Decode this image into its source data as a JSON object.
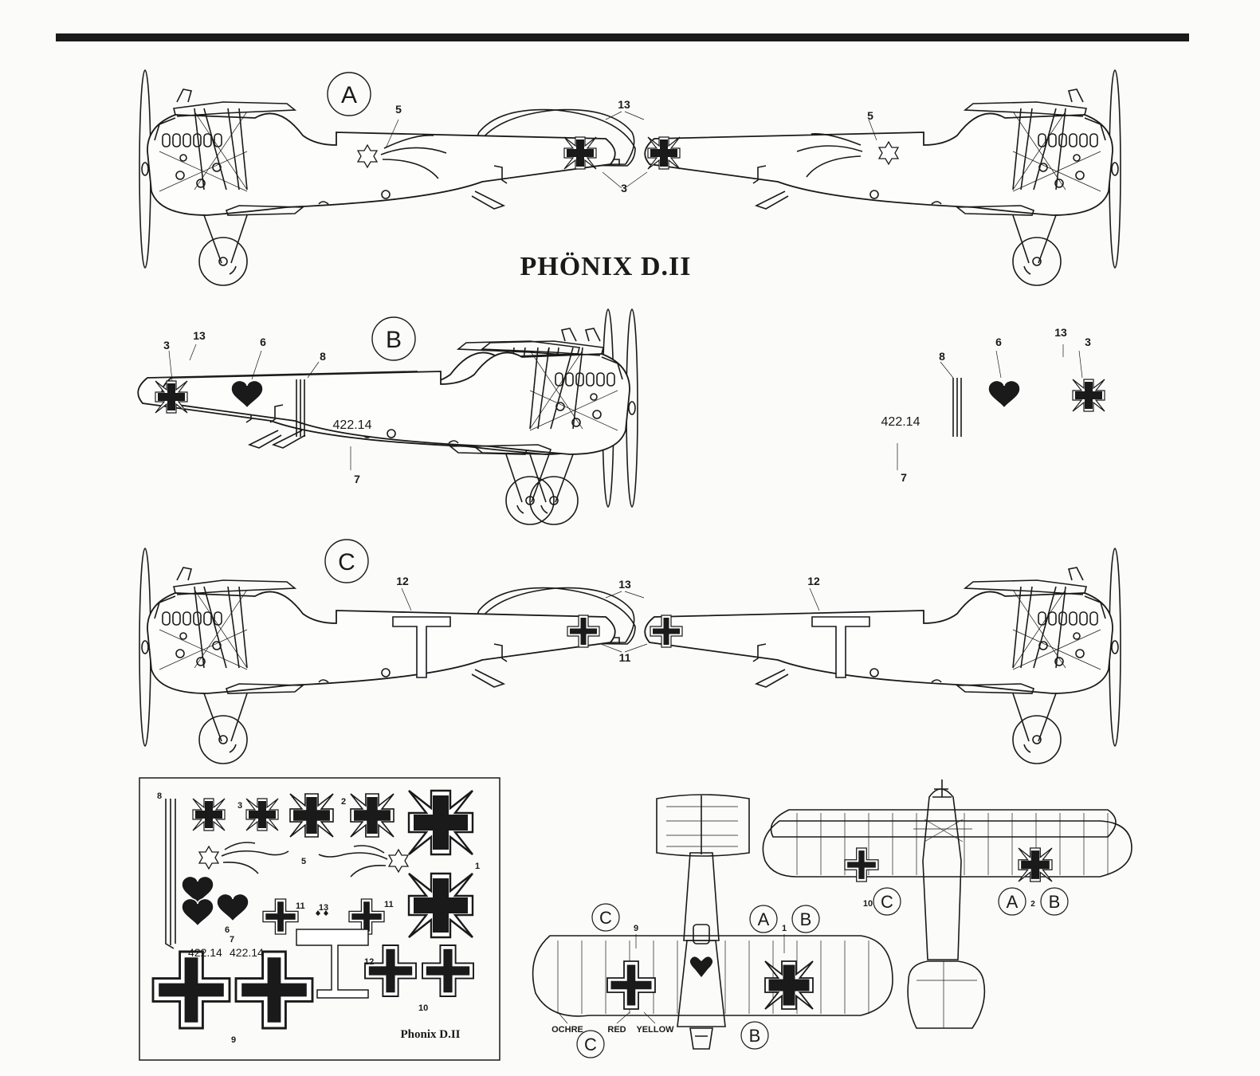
{
  "title": "PHÖNIX D.II",
  "decal_sheet_title": "Phonix D.II",
  "schemes": {
    "a": "A",
    "b": "B",
    "c": "C"
  },
  "scheme_a": {
    "callouts": {
      "c5": "5",
      "c13": "13",
      "c3": "3"
    }
  },
  "scheme_b": {
    "serial": "422.14",
    "callouts": {
      "c3": "3",
      "c13": "13",
      "c6": "6",
      "c8": "8",
      "c7": "7"
    }
  },
  "scheme_c": {
    "callouts": {
      "c12": "12",
      "c13": "13",
      "c11": "11"
    }
  },
  "decals": {
    "n8": "8",
    "n3": "3",
    "n2": "2",
    "n1": "1",
    "n5": "5",
    "n6": "6",
    "n7": "7",
    "n11": "11",
    "n13": "13",
    "n12": "12",
    "n9": "9",
    "n10": "10",
    "serial_1": "422.14",
    "serial_2": "422.14"
  },
  "plan_view": {
    "colors": {
      "ochre": "OCHRE",
      "red": "RED",
      "yellow": "YELLOW"
    },
    "callouts": {
      "n9": "9",
      "n1": "1",
      "n10": "10",
      "n2": "2"
    }
  },
  "colors": {
    "ink": "#1a1a1a",
    "paper": "#fbfbf9"
  }
}
